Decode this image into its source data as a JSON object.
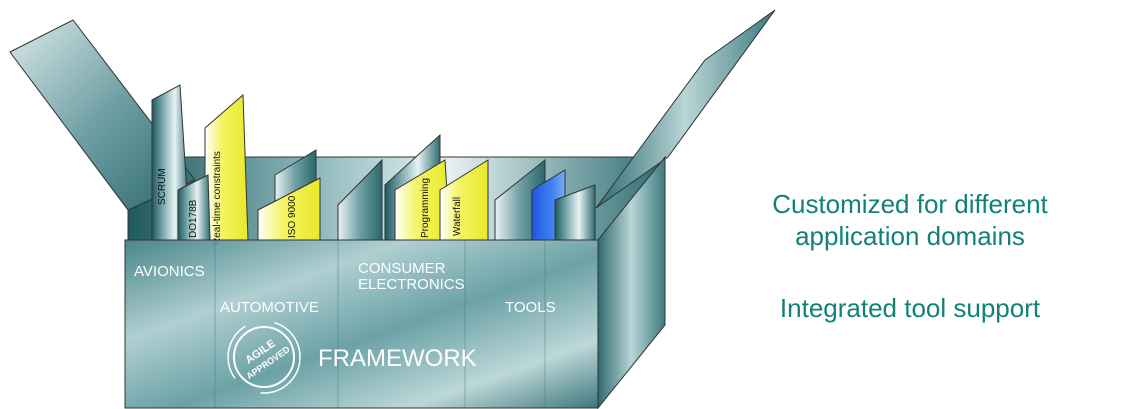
{
  "box": {
    "label": "FRAMEWORK",
    "stamp_top": "AGILE",
    "stamp_bottom": "APPROVED"
  },
  "domains": {
    "avionics": "AVIONICS",
    "automotive": "AUTOMOTIVE",
    "consumer_line1": "CONSUMER",
    "consumer_line2": "ELECTRONICS",
    "tools": "TOOLS"
  },
  "folders": {
    "scrum": "SCRUM",
    "do178b": "DO178B",
    "realtime": "Real-time constraints",
    "iso9000": "ISO 9000",
    "programming": "Programming",
    "waterfall": "Waterfall"
  },
  "captions": {
    "line1": "Customized for different",
    "line2": "application domains",
    "line3": "Integrated tool support"
  },
  "colors": {
    "teal_dark": "#1f5f63",
    "teal_light": "#c6dde0",
    "yellow": "#f2f23a",
    "blue": "#2f6bf0",
    "caption": "#128279"
  }
}
